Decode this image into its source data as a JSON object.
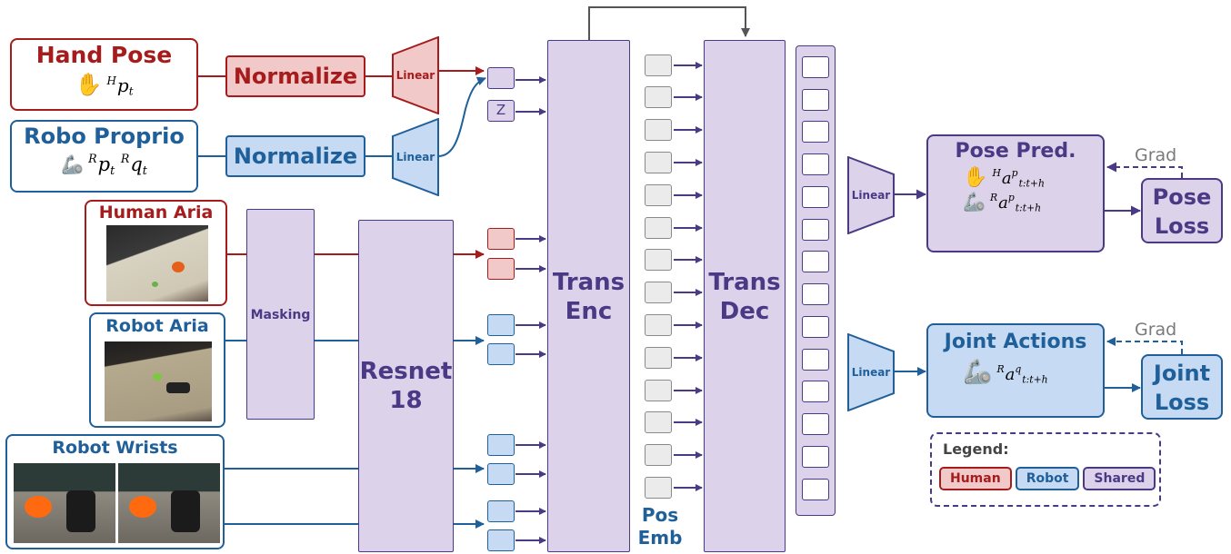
{
  "colors": {
    "human": "#a61c1c",
    "human_fill": "#f2c9c9",
    "robot": "#1f5f9a",
    "robot_fill": "#c6dbf3",
    "shared": "#4a3a86",
    "shared_fill": "#dcd3ea",
    "gray": "#8a8a8a",
    "gray_fill": "#ebebeb"
  },
  "inputs": {
    "hand_pose": {
      "title": "Hand Pose",
      "sup": "H",
      "base": "p",
      "sub": "t"
    },
    "robo_proprio": {
      "title": "Robo Proprio",
      "sup1": "R",
      "base1": "p",
      "sub1": "t",
      "sup2": "R",
      "base2": "q",
      "sub2": "t"
    },
    "human_aria": {
      "title": "Human Aria"
    },
    "robot_aria": {
      "title": "Robot Aria"
    },
    "robot_wrists": {
      "title": "Robot Wrists"
    }
  },
  "blocks": {
    "normalize_hand": "Normalize",
    "normalize_robo": "Normalize",
    "linear_hand": "Linear",
    "linear_robo": "Linear",
    "z_token": "Z",
    "masking": "Masking",
    "resnet": [
      "Resnet",
      "18"
    ],
    "trans_enc": [
      "Trans",
      "Enc"
    ],
    "trans_dec": [
      "Trans",
      "Dec"
    ],
    "pos_emb": [
      "Pos",
      "Emb"
    ],
    "linear_pose": "Linear",
    "linear_joint": "Linear"
  },
  "outputs": {
    "pose_pred": {
      "title": "Pose Pred.",
      "h_sup": "H",
      "r_sup": "R",
      "base": "a",
      "head_sup": "p",
      "sub": "t:t+h"
    },
    "joint_actions": {
      "title": "Joint Actions",
      "sup": "R",
      "base": "a",
      "head_sup": "q",
      "sub": "t:t+h"
    },
    "pose_loss": [
      "Pose",
      "Loss"
    ],
    "joint_loss": [
      "Joint",
      "Loss"
    ],
    "grad_pose": "Grad",
    "grad_joint": "Grad"
  },
  "legend": {
    "title": "Legend:",
    "items": [
      "Human",
      "Robot",
      "Shared"
    ]
  }
}
